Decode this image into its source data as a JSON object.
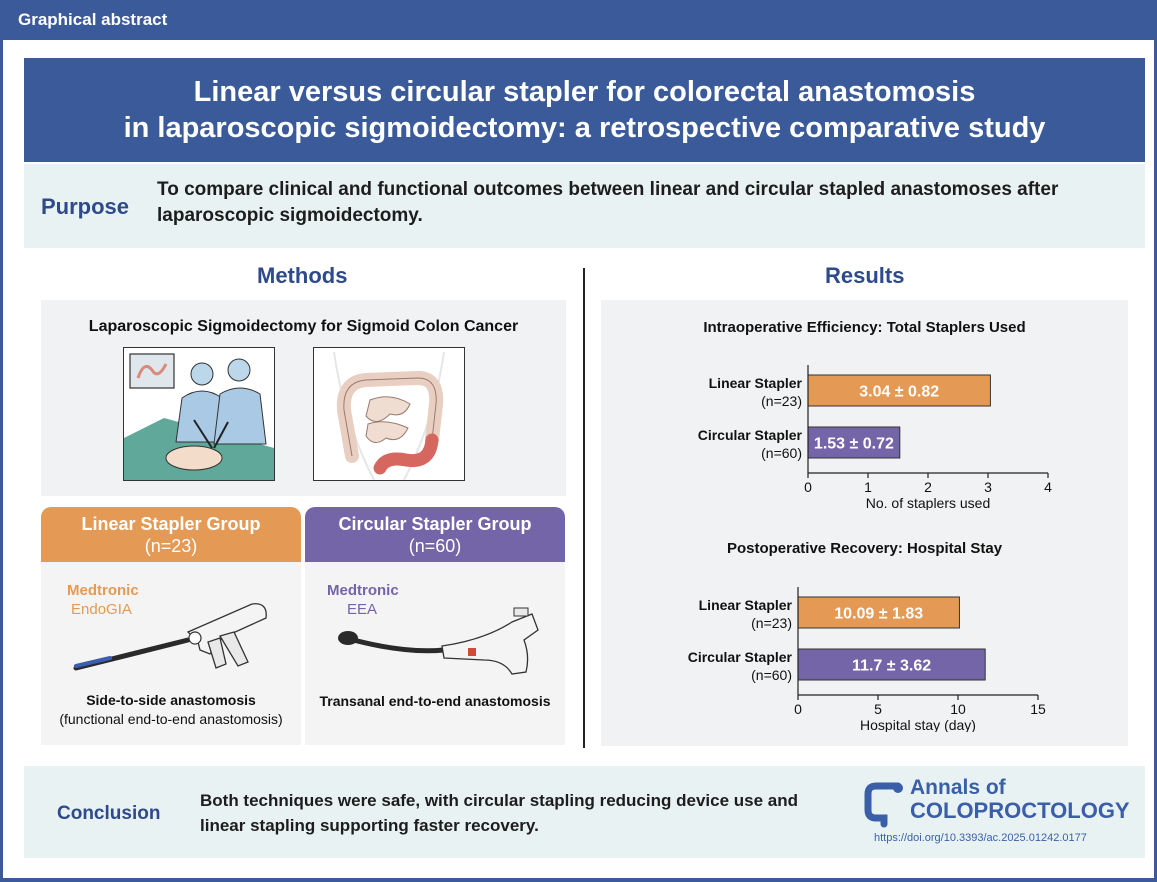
{
  "header": {
    "label": "Graphical abstract"
  },
  "title": {
    "line1": "Linear versus circular stapler for colorectal anastomosis",
    "line2": "in laparoscopic sigmoidectomy: a retrospective comparative study"
  },
  "purpose": {
    "label": "Purpose",
    "text": "To compare clinical and functional outcomes between linear and circular stapled anastomoses after laparoscopic sigmoidectomy."
  },
  "methods": {
    "heading": "Methods",
    "subheading": "Laparoscopic Sigmoidectomy for Sigmoid Colon Cancer",
    "linear": {
      "title": "Linear Stapler Group",
      "n": "(n=23)",
      "brand": "Medtronic",
      "model": "EndoGIA",
      "caption1": "Side-to-side anastomosis",
      "caption2": "(functional end-to-end anastomosis)"
    },
    "circular": {
      "title": "Circular Stapler Group",
      "n": "(n=60)",
      "brand": "Medtronic",
      "model": "EEA",
      "caption1": "Transanal end-to-end anastomosis"
    }
  },
  "results": {
    "heading": "Results"
  },
  "colors": {
    "linear": "#e49a55",
    "circular": "#7464a8",
    "navy": "#3a5a9a"
  },
  "chart_data": [
    {
      "type": "bar",
      "orientation": "horizontal",
      "title": "Intraoperative Efficiency: Total Staplers Used",
      "categories": [
        "Linear Stapler",
        "Circular Stapler"
      ],
      "category_sublabels": [
        "(n=23)",
        "(n=60)"
      ],
      "values": [
        3.04,
        1.53
      ],
      "data_labels": [
        "3.04 ± 0.82",
        "1.53 ± 0.72"
      ],
      "xlabel": "No. of staplers used",
      "xlim": [
        0,
        4
      ],
      "xticks": [
        0,
        1,
        2,
        3,
        4
      ],
      "grid": false
    },
    {
      "type": "bar",
      "orientation": "horizontal",
      "title": "Postoperative Recovery: Hospital Stay",
      "categories": [
        "Linear Stapler",
        "Circular Stapler"
      ],
      "category_sublabels": [
        "(n=23)",
        "(n=60)"
      ],
      "values": [
        10.09,
        11.7
      ],
      "data_labels": [
        "10.09 ± 1.83",
        "11.7 ± 3.62"
      ],
      "xlabel": "Hospital stay (day)",
      "xlim": [
        0,
        15
      ],
      "xticks": [
        0,
        5,
        10,
        15
      ],
      "grid": false
    }
  ],
  "conclusion": {
    "label": "Conclusion",
    "text": "Both techniques were safe, with circular stapling reducing device use and linear stapling supporting faster recovery."
  },
  "journal": {
    "name_line1": "Annals of",
    "name_line2": "COLOPROCTOLOGY",
    "doi": "https://doi.org/10.3393/ac.2025.01242.0177"
  }
}
